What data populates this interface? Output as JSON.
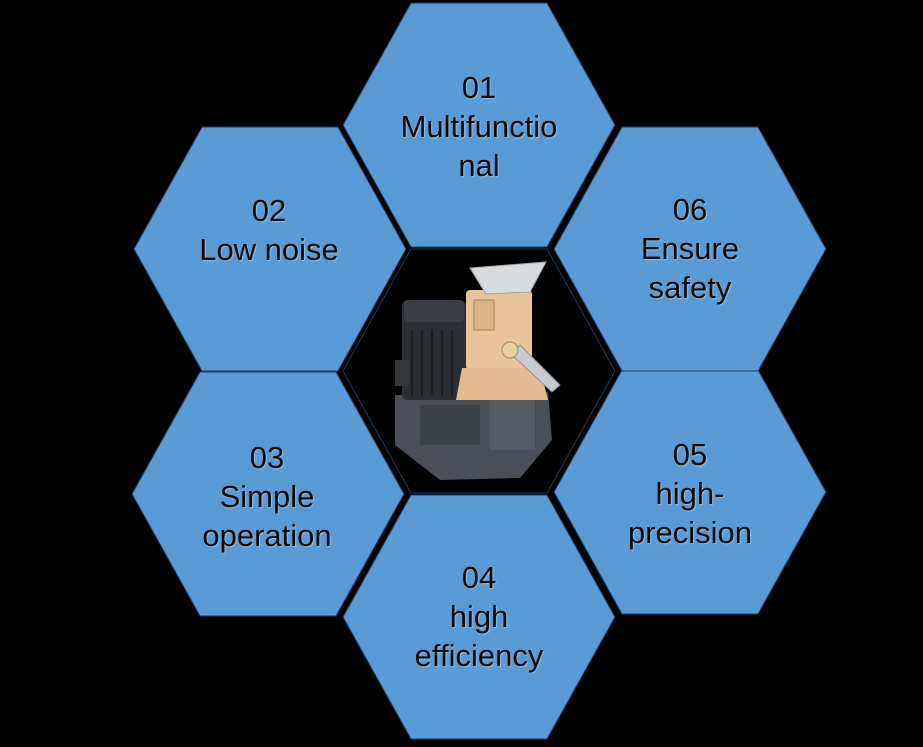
{
  "colors": {
    "background": "#000000",
    "hex_fill": "#5b9bd5",
    "hex_stroke": "#1f3a60",
    "machine_body": "#e8c49a",
    "machine_base": "#4a4f57",
    "motor": "#2b2e33",
    "hopper": "#d9dcdf"
  },
  "center_image": {
    "icon": "pellet-mill-machine-icon"
  },
  "hexagons": [
    {
      "id": "01",
      "number": "01",
      "label": "Multifunctional"
    },
    {
      "id": "02",
      "number": "02",
      "label": "Low noise"
    },
    {
      "id": "03",
      "number": "03",
      "label": "Simple operation"
    },
    {
      "id": "04",
      "number": "04",
      "label": "high efficiency"
    },
    {
      "id": "05",
      "number": "05",
      "label": "high-precision"
    },
    {
      "id": "06",
      "number": "06",
      "label": "Ensure safety"
    }
  ]
}
